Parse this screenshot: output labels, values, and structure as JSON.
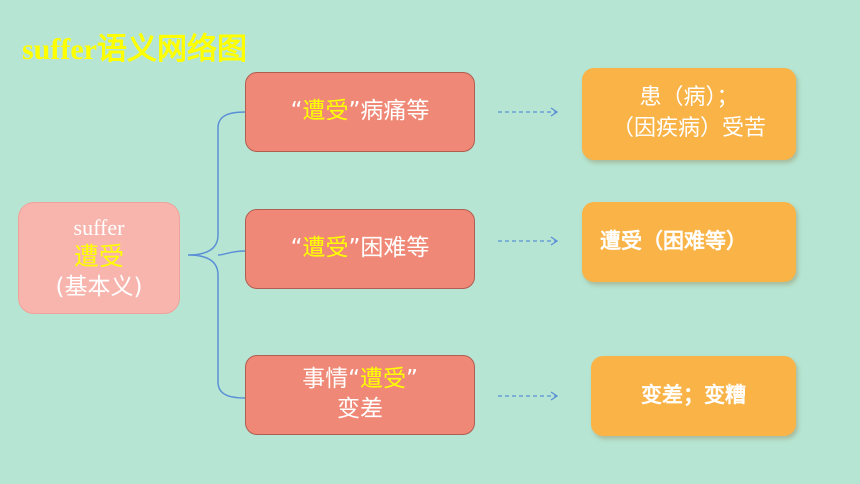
{
  "title": "suffer语义网络图",
  "root": {
    "english": "suffer",
    "chinese": "遭受",
    "note": "(基本义)"
  },
  "branches": [
    {
      "open_quote": "“",
      "keyword": "遭受",
      "close_quote": "”",
      "suffix": "病痛等",
      "meaning_line1": "患（病）；",
      "meaning_line2": "（因疾病）受苦"
    },
    {
      "open_quote": "“",
      "keyword": "遭受",
      "close_quote": "”",
      "suffix": "困难等",
      "meaning_line1": "遭受（困难等）"
    },
    {
      "prefix": "事情",
      "open_quote": "“",
      "keyword": "遭受",
      "close_quote": "”",
      "line2": "变差",
      "meaning_line1": "变差；变糟"
    }
  ],
  "colors": {
    "background": "#b6e6d3",
    "title": "#ffff00",
    "root_fill": "#f7b5ae",
    "mid_fill": "#ef8876",
    "right_fill": "#f9b347",
    "connector": "#5b8fd6"
  }
}
